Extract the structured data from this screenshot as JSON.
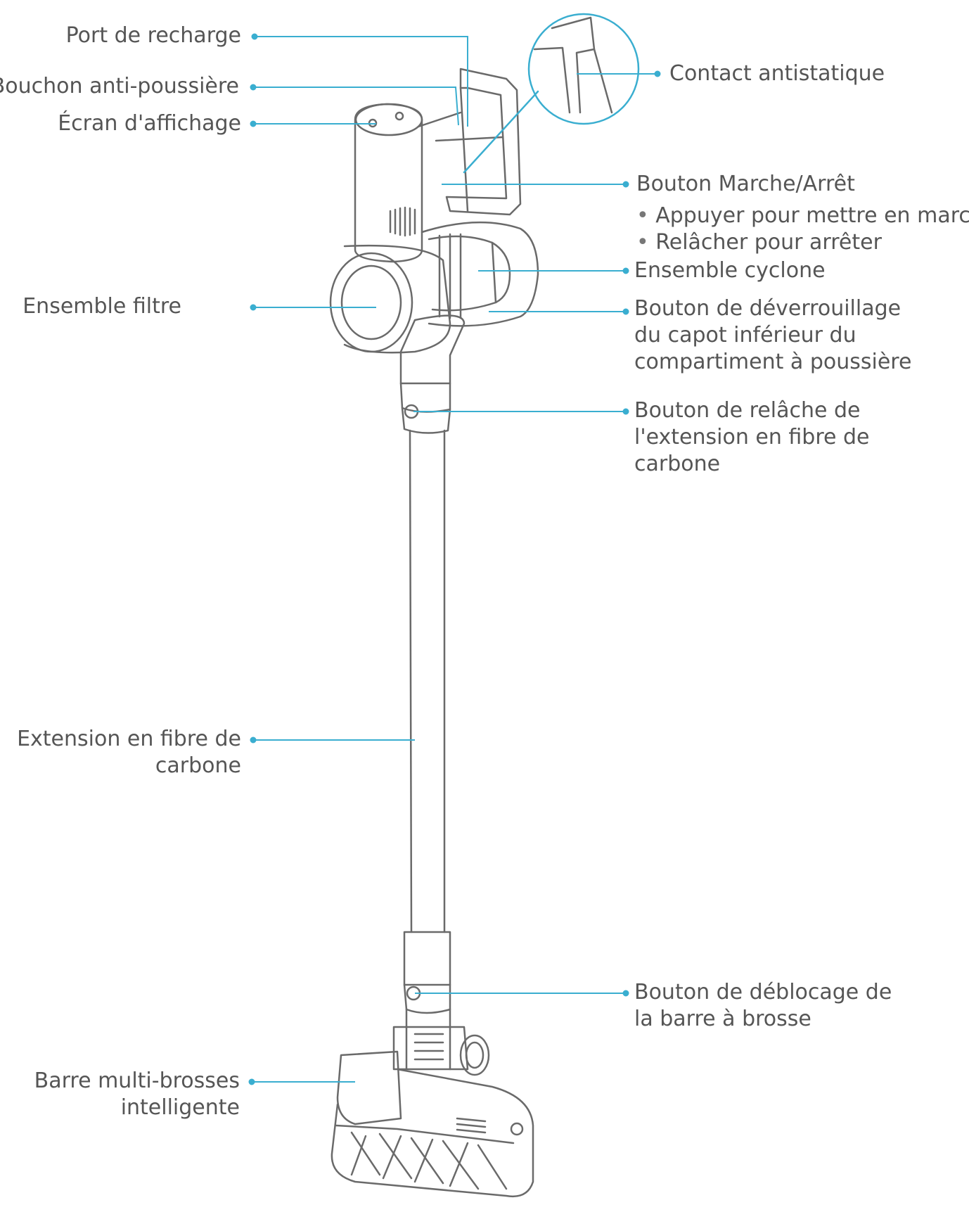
{
  "labels": {
    "port_recharge": "Port de recharge",
    "bouchon": "Bouchon anti-poussière",
    "ecran": "Écran d'affichage",
    "contact": "Contact antistatique",
    "bouton_marche": "Bouton Marche/Arrêt",
    "appuyer": "Appuyer pour mettre en marche",
    "relacher": "Relâcher pour arrêter",
    "cyclone": "Ensemble cyclone",
    "filtre": "Ensemble filtre",
    "deverrouillage": [
      "Bouton de déverrouillage",
      "du capot inférieur du",
      "compartiment à poussière"
    ],
    "relache_extension": [
      "Bouton de relâche de",
      "l'extension en fibre de",
      "carbone"
    ],
    "extension": [
      "Extension en fibre de",
      "carbone"
    ],
    "deblocage": [
      "Bouton de déblocage de",
      "la barre à brosse"
    ],
    "barre": [
      "Barre multi-brosses",
      "intelligente"
    ]
  },
  "colors": {
    "leader": "#3aaed0",
    "outline": "#6a6a6a",
    "text": "#555555"
  }
}
